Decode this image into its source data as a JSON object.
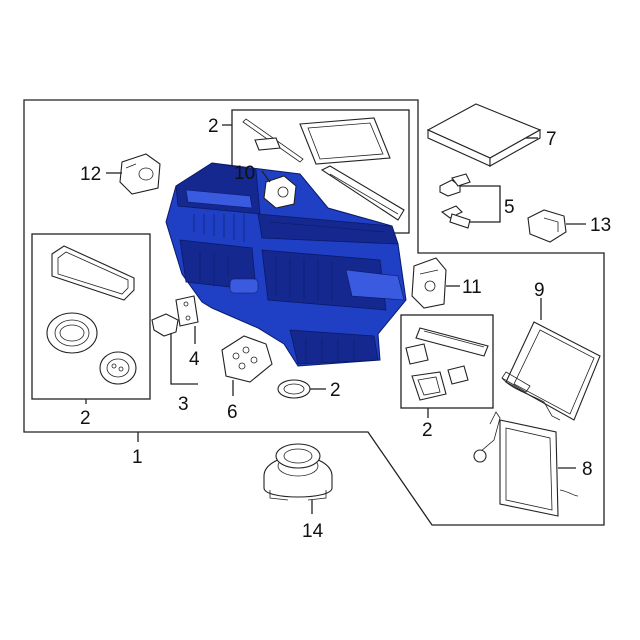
{
  "callouts": {
    "c1": "1",
    "c2_top": "2",
    "c2_left": "2",
    "c2_gasket": "2",
    "c2_right": "2",
    "c3": "3",
    "c4": "4",
    "c5": "5",
    "c6": "6",
    "c7": "7",
    "c8": "8",
    "c9": "9",
    "c10": "10",
    "c11": "11",
    "c12": "12",
    "c13": "13",
    "c14": "14"
  },
  "colors": {
    "highlight": "#1f3fc4",
    "line": "#222222",
    "background": "#ffffff"
  }
}
